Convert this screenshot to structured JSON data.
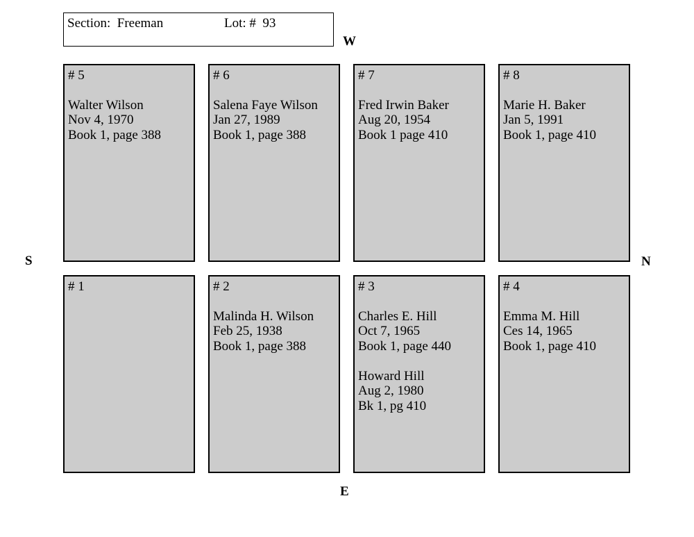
{
  "header": {
    "section": "Section:  Freeman",
    "lot": "Lot: #  93"
  },
  "compass": {
    "west": "W",
    "east": "E",
    "south": "S",
    "north": "N"
  },
  "plots": {
    "p5": {
      "number": "# 5",
      "entries": [
        {
          "name": "Walter Wilson",
          "date": "Nov 4, 1970",
          "book": "Book 1, page 388"
        }
      ]
    },
    "p6": {
      "number": "# 6",
      "entries": [
        {
          "name": "Salena Faye Wilson",
          "date": "Jan 27, 1989",
          "book": "Book 1, page 388"
        }
      ]
    },
    "p7": {
      "number": "# 7",
      "entries": [
        {
          "name": "Fred Irwin Baker",
          "date": "Aug 20, 1954",
          "book": "Book 1 page 410"
        }
      ]
    },
    "p8": {
      "number": "# 8",
      "entries": [
        {
          "name": "Marie H. Baker",
          "date": "Jan 5, 1991",
          "book": "Book 1, page 410"
        }
      ]
    },
    "p1": {
      "number": "# 1",
      "entries": []
    },
    "p2": {
      "number": "# 2",
      "entries": [
        {
          "name": "Malinda H. Wilson",
          "date": "Feb 25, 1938",
          "book": "Book 1, page 388"
        }
      ]
    },
    "p3": {
      "number": "# 3",
      "entries": [
        {
          "name": "Charles E. Hill",
          "date": "Oct 7, 1965",
          "book": "Book 1, page 440"
        },
        {
          "name": "Howard Hill",
          "date": "Aug 2, 1980",
          "book": "Bk 1, pg 410"
        }
      ]
    },
    "p4": {
      "number": "# 4",
      "entries": [
        {
          "name": "Emma M. Hill",
          "date": "Ces 14, 1965",
          "book": "Book 1, page 410"
        }
      ]
    }
  },
  "colors": {
    "plot_fill": "#cccccc",
    "border": "#000000"
  }
}
